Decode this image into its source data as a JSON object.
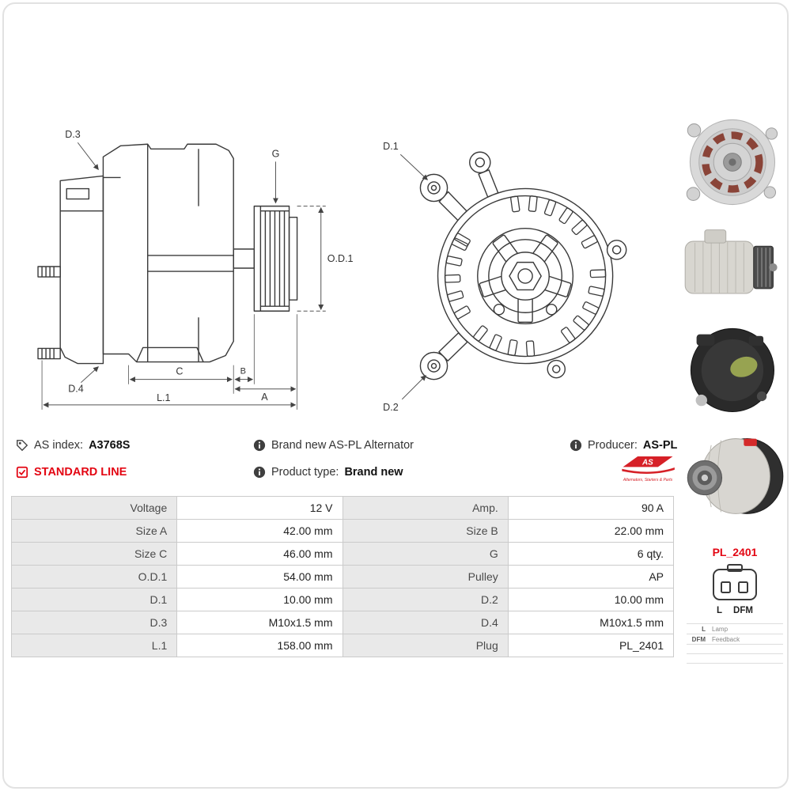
{
  "colors": {
    "accent_red": "#e30613",
    "table_label_bg": "#e9e9e9",
    "table_border": "#cbcbcb"
  },
  "header": {
    "as_index": {
      "label": "AS index:",
      "value": "A3768S"
    },
    "standard_line": "STANDARD LINE",
    "brand_new": "Brand new AS-PL Alternator",
    "product_type": {
      "label": "Product type:",
      "value": "Brand new"
    },
    "producer": {
      "label": "Producer:",
      "value": "AS-PL"
    },
    "logo": {
      "text": "AS",
      "tagline": "Alternators, Starters & Parts"
    }
  },
  "drawings": {
    "side": {
      "d3": "D.3",
      "g": "G",
      "od1": "O.D.1",
      "d4": "D.4",
      "c": "C",
      "b": "B",
      "a": "A",
      "l1": "L.1"
    },
    "front": {
      "d1": "D.1",
      "d2": "D.2"
    }
  },
  "spec_table": {
    "rows": [
      {
        "l1": "Voltage",
        "v1": "12 V",
        "l2": "Amp.",
        "v2": "90 A"
      },
      {
        "l1": "Size A",
        "v1": "42.00 mm",
        "l2": "Size B",
        "v2": "22.00 mm"
      },
      {
        "l1": "Size C",
        "v1": "46.00 mm",
        "l2": "G",
        "v2": "6 qty."
      },
      {
        "l1": "O.D.1",
        "v1": "54.00 mm",
        "l2": "Pulley",
        "v2": "AP"
      },
      {
        "l1": "D.1",
        "v1": "10.00 mm",
        "l2": "D.2",
        "v2": "10.00 mm"
      },
      {
        "l1": "D.3",
        "v1": "M10x1.5 mm",
        "l2": "D.4",
        "v2": "M10x1.5 mm"
      },
      {
        "l1": "L.1",
        "v1": "158.00 mm",
        "l2": "Plug",
        "v2": "PL_2401"
      }
    ]
  },
  "plug": {
    "code": "PL_2401",
    "pins": [
      "L",
      "DFM"
    ],
    "legend": [
      {
        "key": "L",
        "desc": "Lamp"
      },
      {
        "key": "DFM",
        "desc": "Feedback"
      }
    ]
  }
}
